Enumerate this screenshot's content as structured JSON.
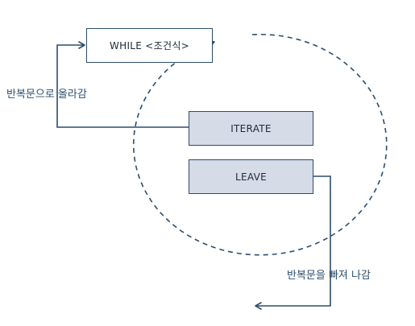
{
  "diagram": {
    "while_box": {
      "label": "WHILE <조건식>"
    },
    "iterate_box": {
      "label": "ITERATE"
    },
    "leave_box": {
      "label": "LEAVE"
    },
    "loop_back_label": "반복문으로 올라감",
    "exit_label": "반복문을 빠져 나감",
    "colors": {
      "stroke": "#2b4d6c",
      "highlight_fill": "#d6dbe8",
      "text": "#1d2b3a",
      "background": "#ffffff"
    }
  }
}
